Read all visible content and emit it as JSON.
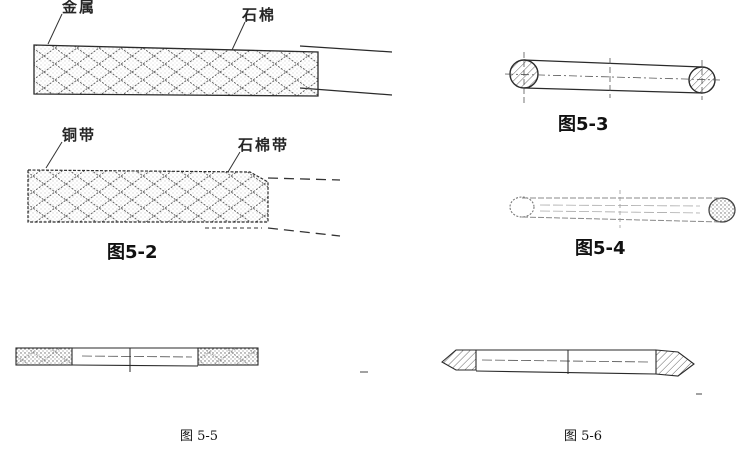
{
  "labels": {
    "metal": "金属",
    "asbestos": "石棉",
    "copper_tape": "铜带",
    "asbestos_tape": "石棉带"
  },
  "figures": {
    "fig_5_2": "图5-2",
    "fig_5_3": "图5-3",
    "fig_5_4": "图5-4",
    "fig_5_5": "图 5-5",
    "fig_5_6": "图 5-6"
  },
  "colors": {
    "ink": "#2a2a2a",
    "hatch": "#555555"
  }
}
